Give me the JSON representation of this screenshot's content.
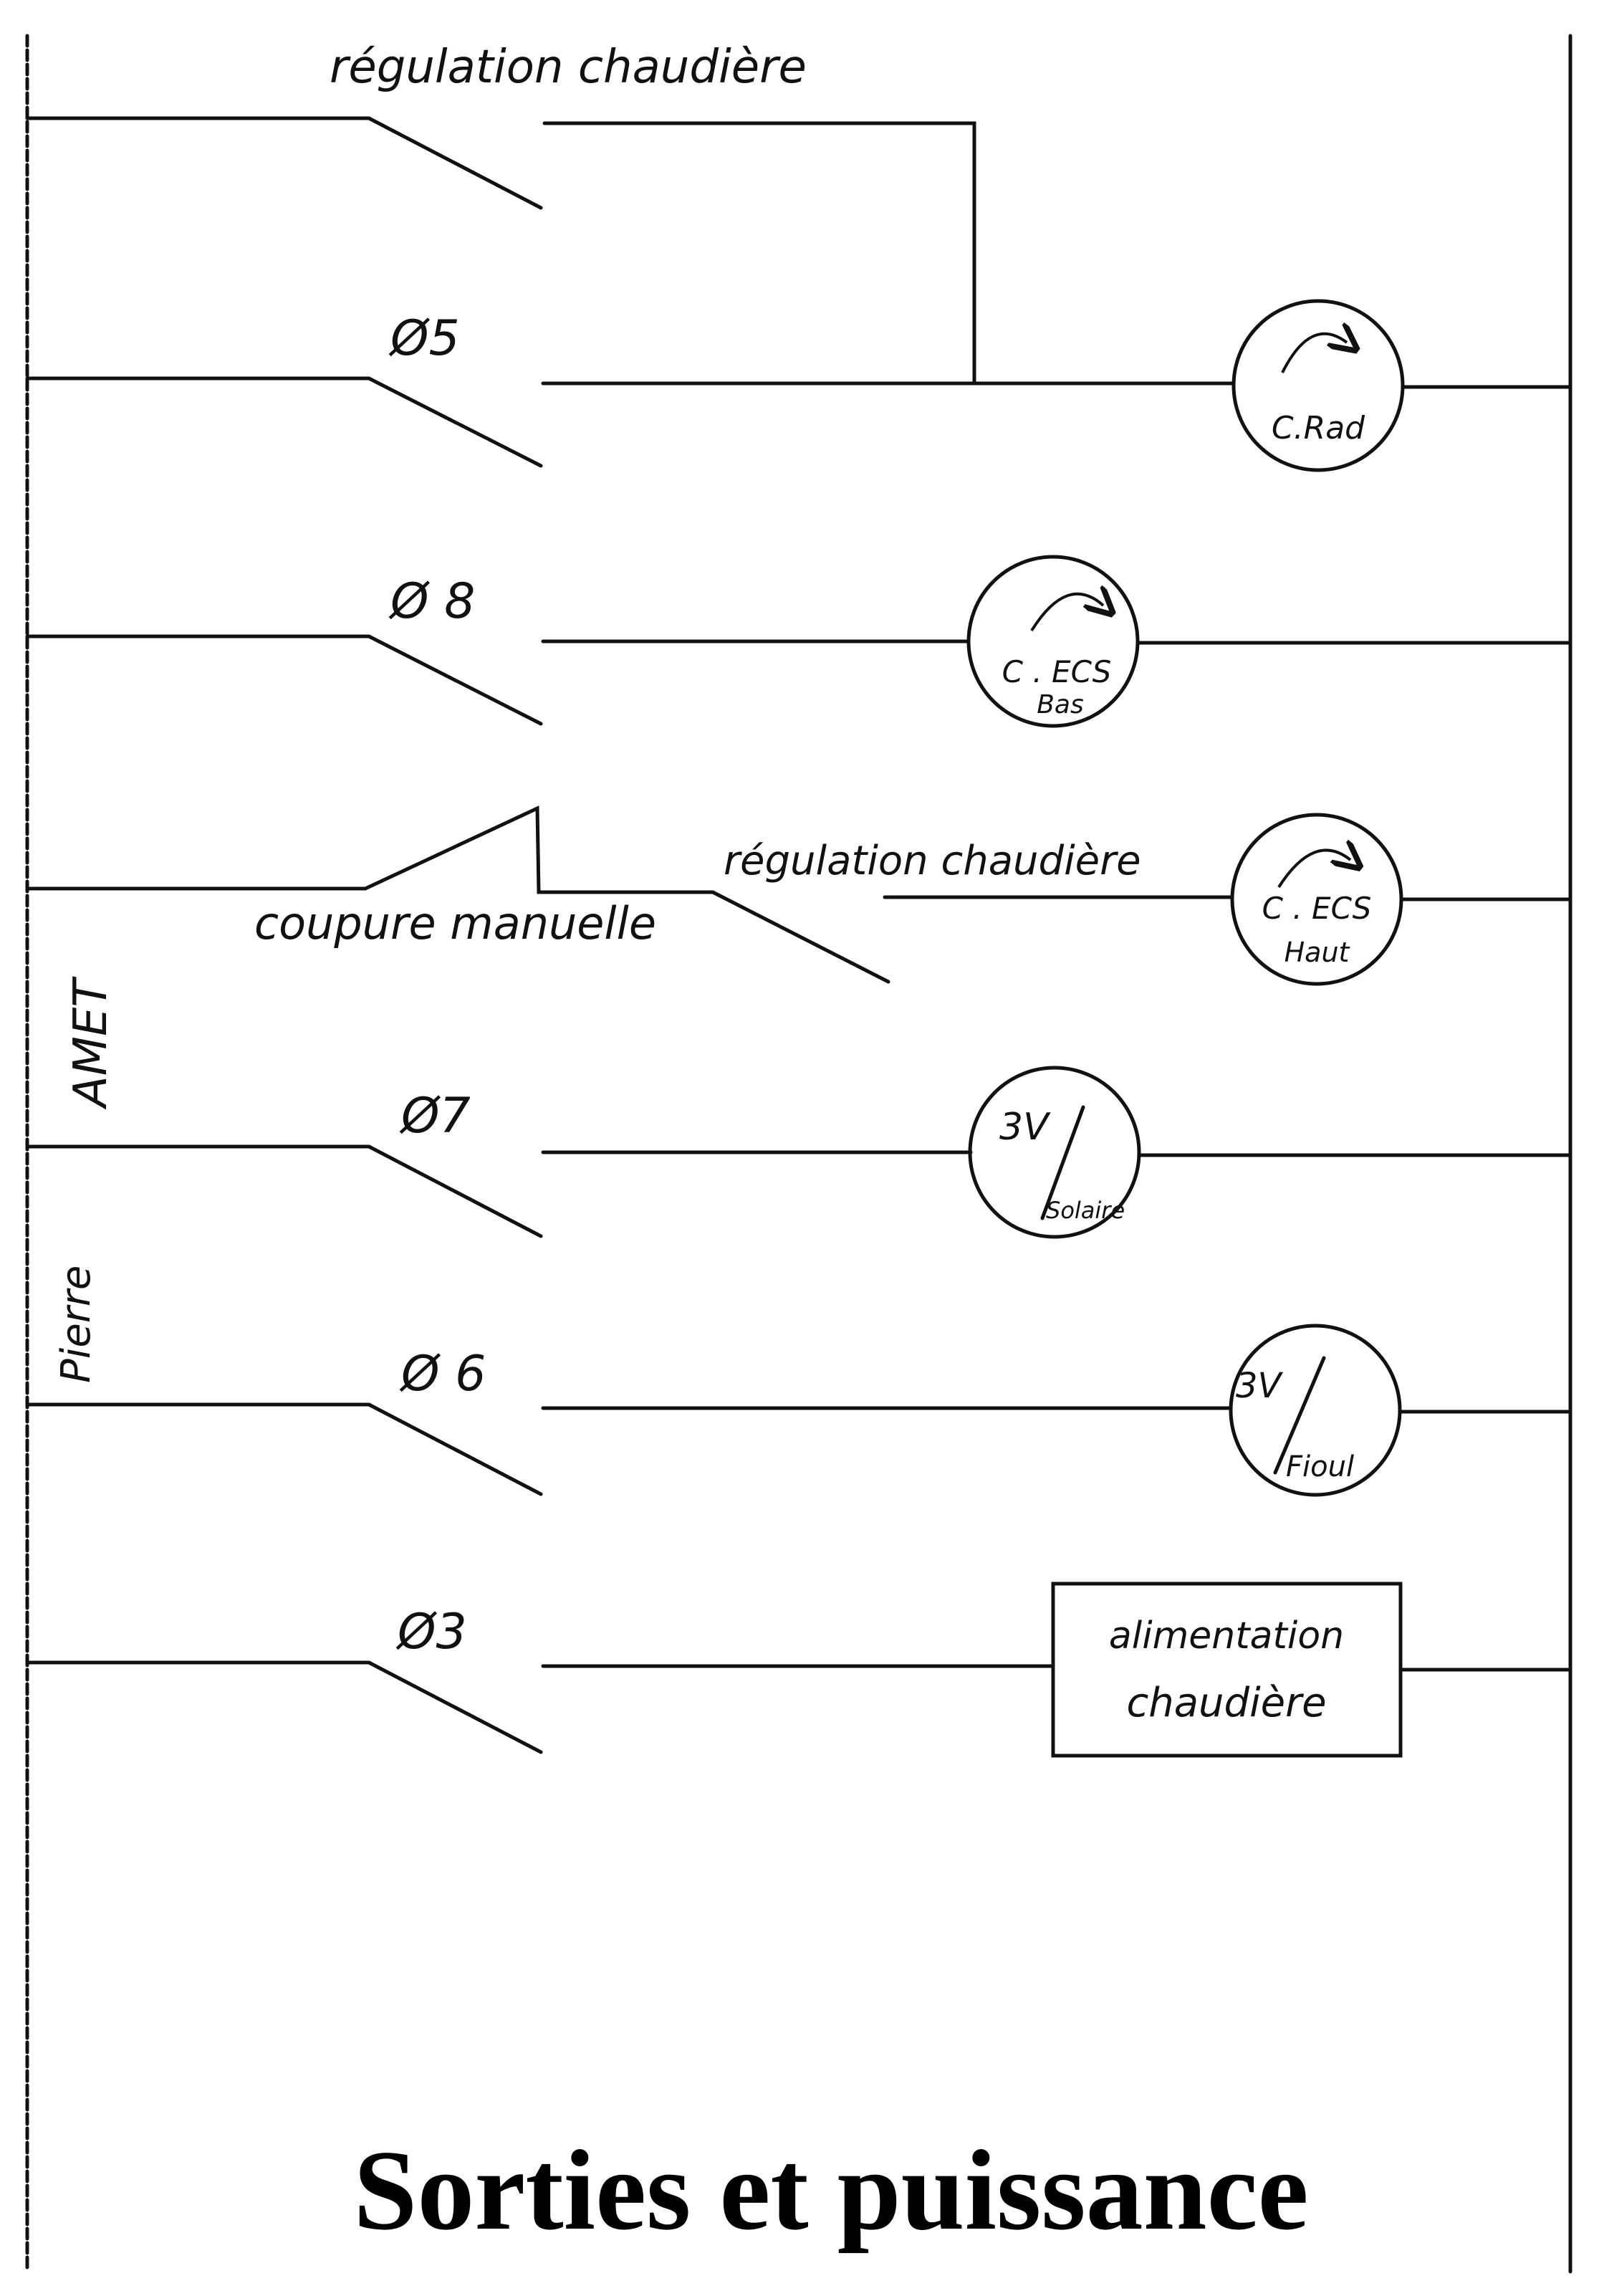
{
  "title": "Sorties et puissance",
  "colors": {
    "ink": "#111111",
    "background": "#ffffff"
  },
  "rungs": {
    "regulation_top": {
      "label": "régulation chaudière"
    },
    "r5": {
      "switch_label": "Ø5",
      "load": "C.Rad"
    },
    "r8": {
      "switch_label": "Ø 8",
      "load_line1": "C . ECS",
      "load_line2": "Bas"
    },
    "haut": {
      "manual_label": "coupure manuelle",
      "regulation_label": "régulation chaudière",
      "load_line1": "C . ECS",
      "load_line2": "Haut"
    },
    "r7": {
      "switch_label": "Ø7",
      "load_line1": "3V",
      "load_line2": "Solaire"
    },
    "r6": {
      "switch_label": "Ø 6",
      "load_line1": "3V",
      "load_line2": "Fioul"
    },
    "r3": {
      "switch_label": "Ø3",
      "load_line1": "alimentation",
      "load_line2": "chaudière"
    }
  },
  "side_labels": {
    "amet": "AMET",
    "pierre": "Pierre"
  },
  "icons": {
    "pump_arrow": "curved-arrow-icon",
    "valve": "three-way-valve-icon"
  }
}
